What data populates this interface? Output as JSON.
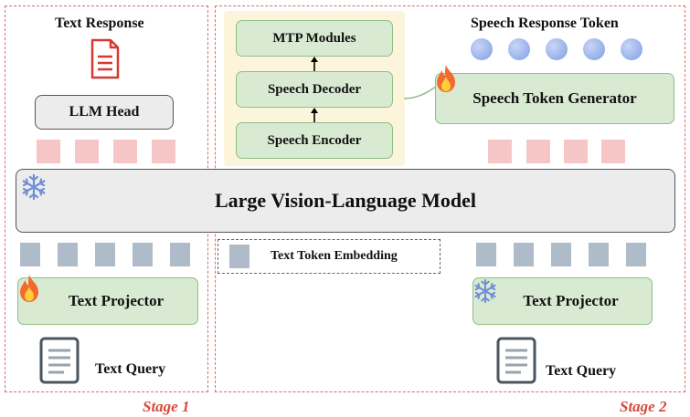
{
  "stage1": {
    "label": "Stage 1",
    "text_response": "Text Response",
    "llm_head": "LLM Head",
    "text_projector": "Text Projector",
    "text_query": "Text Query"
  },
  "stage2": {
    "label": "Stage 2",
    "mtp_modules": "MTP Modules",
    "speech_decoder": "Speech Decoder",
    "speech_encoder": "Speech Encoder",
    "speech_response_token": "Speech Response Token",
    "speech_token_generator": "Speech Token Generator",
    "text_token_embedding": "Text Token Embedding",
    "text_projector": "Text Projector",
    "text_query": "Text Query"
  },
  "shared": {
    "lvlm": "Large Vision-Language Model"
  },
  "icons": {
    "fire": "fire-icon",
    "snowflake": "snowflake-icon",
    "document": "document-icon"
  },
  "colors": {
    "stage_border": "#e06a6a",
    "stage_label": "#d94a3a",
    "green_fill": "#d8ead2",
    "green_border": "#8fbf83",
    "cream_panel": "#fdf4dc",
    "pink_token": "#f6c6c6",
    "gray_token": "#aebbc8",
    "blue_token": "#7f9ee6"
  }
}
